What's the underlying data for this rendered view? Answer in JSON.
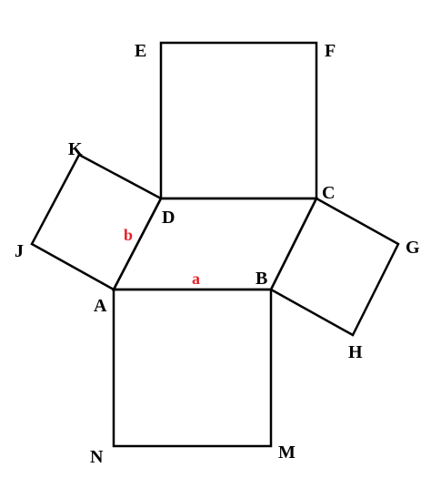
{
  "colors": {
    "line": "#000000",
    "vertex_label": "#000000",
    "side_label": "#e8202a",
    "background": "#ffffff"
  },
  "vertices": {
    "A": "A",
    "B": "B",
    "C": "C",
    "D": "D",
    "E": "E",
    "F": "F",
    "G": "G",
    "H": "H",
    "J": "J",
    "K": "K",
    "M": "M",
    "N": "N"
  },
  "sides": {
    "a": "a",
    "b": "b"
  }
}
